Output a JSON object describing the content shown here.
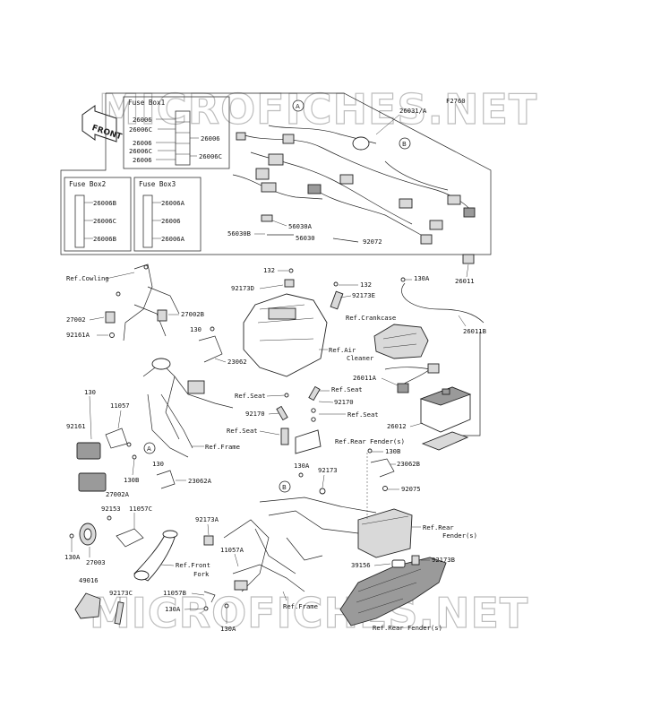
{
  "watermark": {
    "top": "MICROFICHES.NET",
    "bottom": "MICROFICHES.NET"
  },
  "front_label": "FRONT",
  "diagram_code": "F2760",
  "fuse_box1": {
    "title": "Fuse Box1",
    "left": [
      "26006",
      "26006C",
      "26006",
      "26006C",
      "26006"
    ],
    "right": [
      "26006",
      "26006C"
    ]
  },
  "fuse_box2": {
    "title": "Fuse Box2",
    "items": [
      "26006B",
      "26006C",
      "26006B"
    ]
  },
  "fuse_box3": {
    "title": "Fuse Box3",
    "items": [
      "26006A",
      "26006",
      "26006A"
    ]
  },
  "callouts": {
    "A": "A",
    "B": "B"
  },
  "labels": {
    "p26031A": "26031/A",
    "p56030A": "56030A",
    "p56030B": "56030B",
    "p56030": "56030",
    "p92072": "92072",
    "p26011": "26011",
    "p132a": "132",
    "p92173D": "92173D",
    "p132b": "132",
    "p92173E": "92173E",
    "p130Ab": "130A",
    "refCrankcase": "Ref.Crankcase",
    "p26011B": "26011B",
    "refAir": "Ref.Air",
    "cleaner": "Cleaner",
    "p26011A": "26011A",
    "refCowling": "Ref.Cowling",
    "p27002": "27002",
    "p27002B": "27002B",
    "p92161A": "92161A",
    "p130a": "130",
    "p23062": "23062",
    "refSeat1": "Ref.Seat",
    "refSeat2": "Ref.Seat",
    "p92170a": "92170",
    "p92170b": "92170",
    "refSeat3": "Ref.Seat",
    "refSeat4": "Ref.Seat",
    "p26012": "26012",
    "refRearFender1": "Ref.Rear Fender(s)",
    "p130B": "130B",
    "p23062B": "23062B",
    "p92075": "92075",
    "p130b": "130",
    "p11057": "11057",
    "p92161": "92161",
    "refFrame1": "Ref.Frame",
    "p130c": "130",
    "p130Bb": "130B",
    "p23062A": "23062A",
    "p27002A": "27002A",
    "p130Ac": "130A",
    "p92173": "92173",
    "p92153": "92153",
    "p11057C": "11057C",
    "p92173A": "92173A",
    "refRear": "Ref.Rear",
    "fenders": "Fender(s)",
    "p130Aa": "130A",
    "p27003": "27003",
    "refFront": "Ref.Front",
    "fork": "Fork",
    "p11057A": "11057A",
    "p39156": "39156",
    "p92173B": "92173B",
    "p49016": "49016",
    "p92173C": "92173C",
    "p11057B": "11057B",
    "p130Ad": "130A",
    "refFrame2": "Ref.Frame",
    "p130Ae": "130A",
    "refRearFender2": "Ref.Rear Fender(s)"
  }
}
